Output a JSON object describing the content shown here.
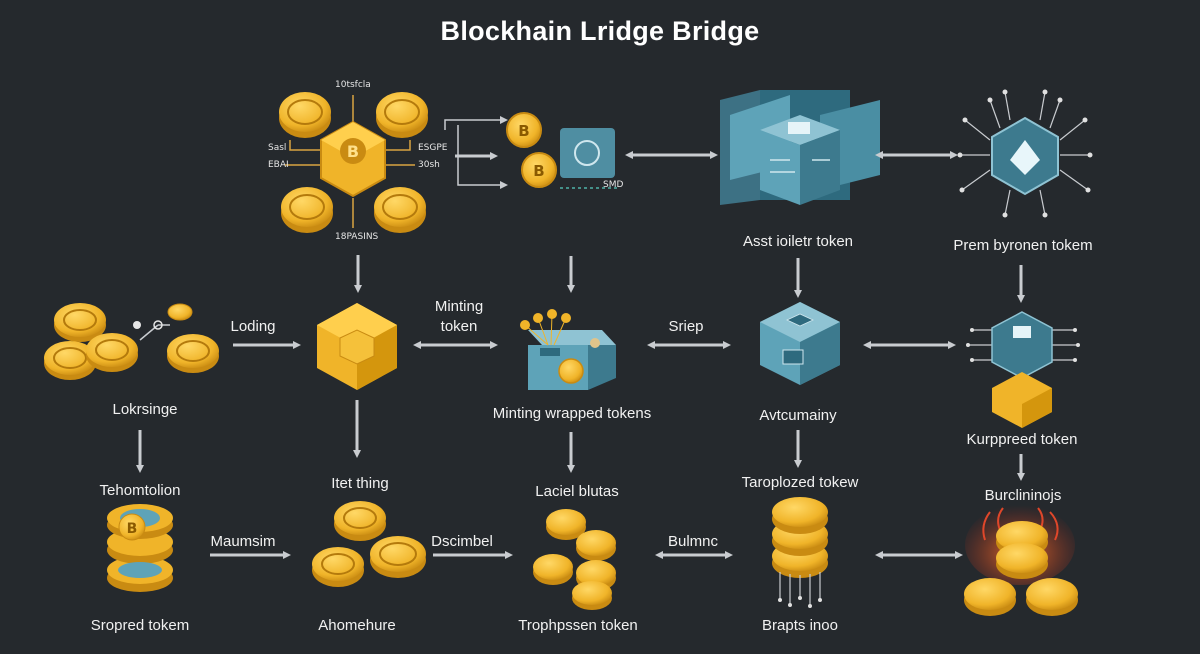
{
  "title": "Blockhain Lridge Bridge",
  "colors": {
    "background": "#25292d",
    "gold": "#f0b429",
    "gold_dark": "#c98b12",
    "teal": "#5ea3b8",
    "teal_dark": "#2e6a7e",
    "arrow": "#c9ccd0"
  },
  "tiny_labels": {
    "top": "10tsfcla",
    "left_1": "Sasl",
    "left_2": "EBAI",
    "right_1": "ESGPE",
    "right_2": "30sh",
    "bottom": "18PASINS",
    "smd": "SMD"
  },
  "labels": {
    "asset_token": "Asst ioiletr token",
    "prem_token": "Prem byronen tokem",
    "loding": "Loding",
    "minting_token": "Minting\ntoken",
    "sriep": "Sriep",
    "lokrsinge": "Lokrsinge",
    "minting_wrapped": "Minting wrapped tokens",
    "avtcumainy": "Avtcumainy",
    "kurppreed": "Kurppreed token",
    "tehomtolion": "Tehomtolion",
    "itetching": "Itet thing",
    "laciel": "Laciel blutas",
    "taroplozed": "Taroplozed tokew",
    "burclininojs": "Burclininojs",
    "maumsim": "Maumsim",
    "dscimbel": "Dscimbel",
    "bulmnc": "Bulmnc",
    "sropred": "Sropred tokem",
    "ahomehure": "Ahomehure",
    "trophpssen": "Trophpssen token",
    "brapts": "Brapts inoo"
  }
}
